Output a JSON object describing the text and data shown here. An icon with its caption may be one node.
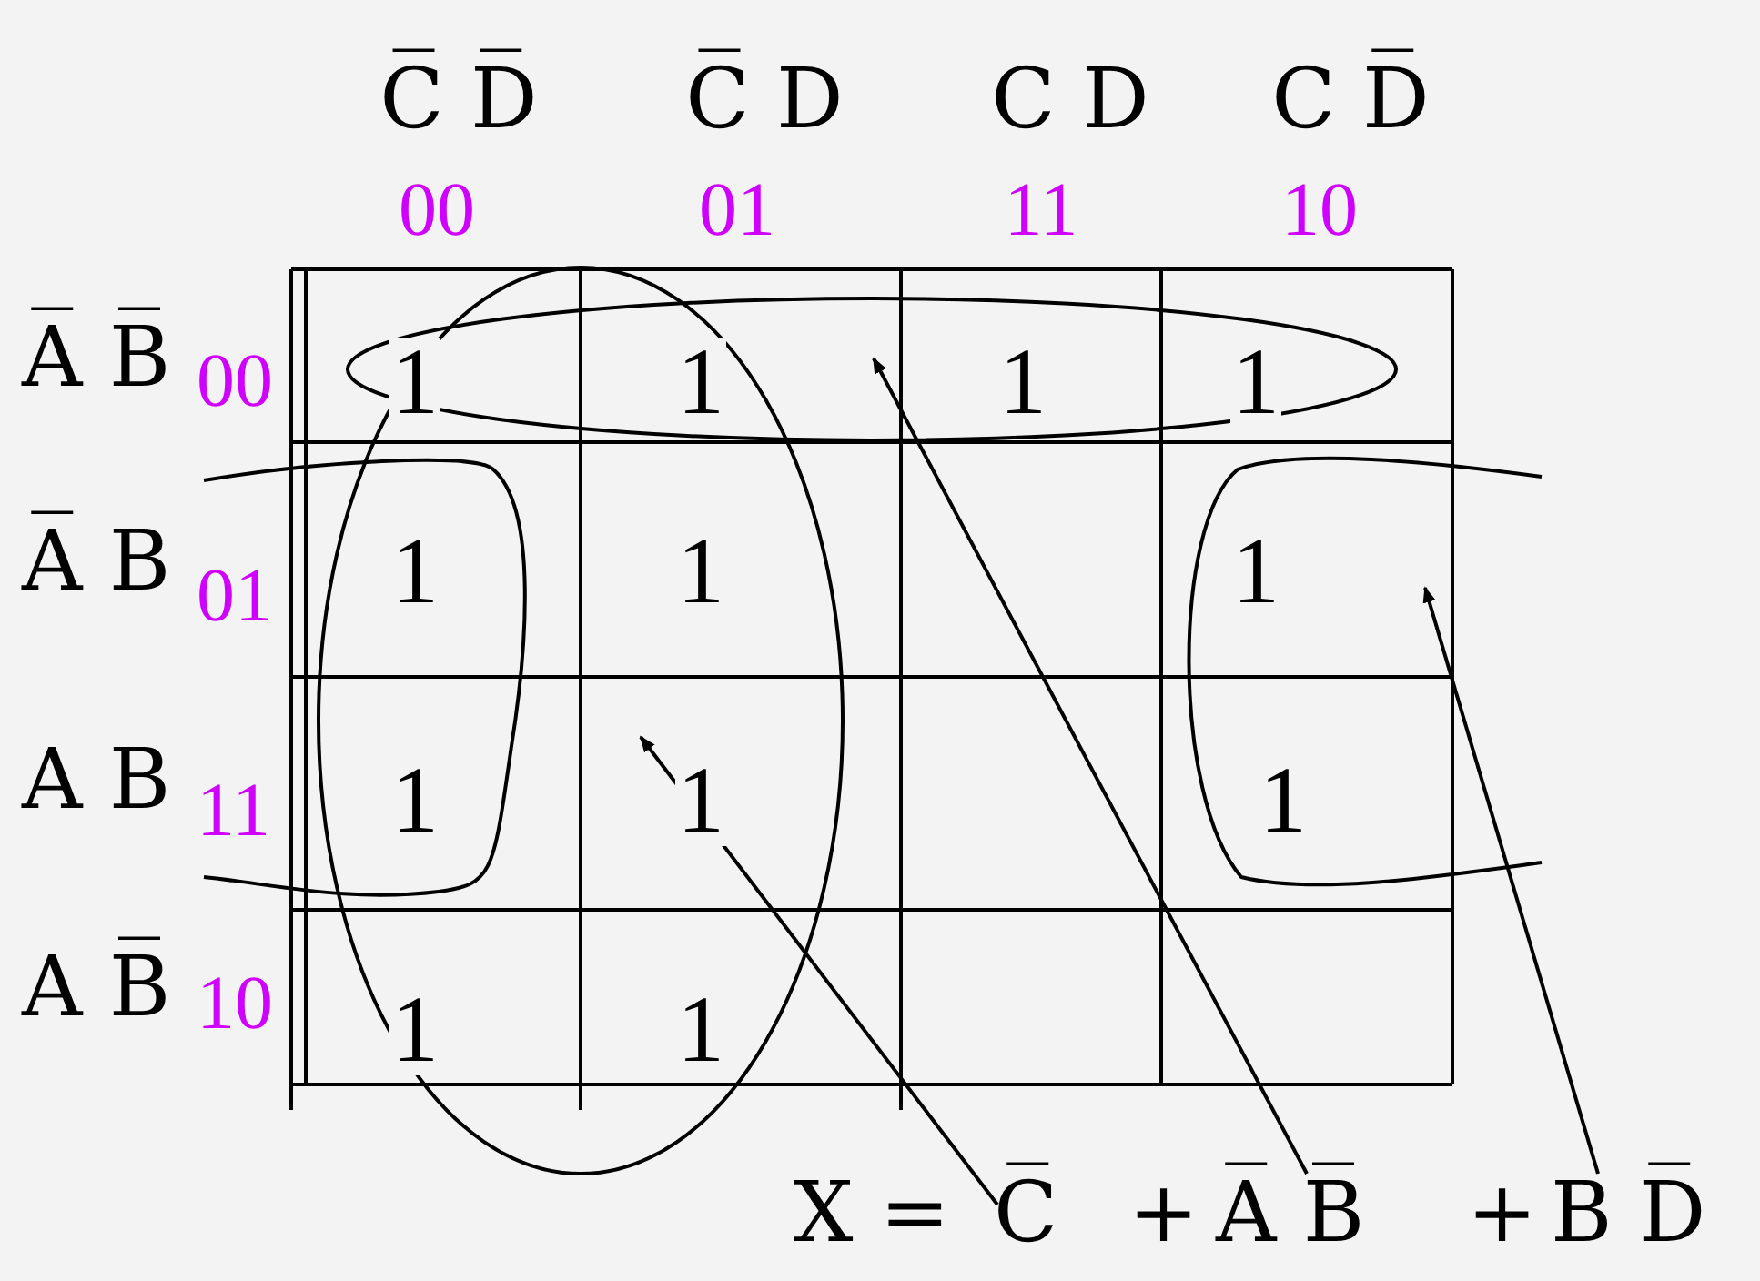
{
  "diagram": {
    "nodes": [
      {
        "text": [],
        "shape": "ellipse"
      },
      {
        "text": [],
        "shape": "ellipse"
      },
      {
        "text": [],
        "shape": "loop"
      },
      {
        "text": [],
        "shape": "loop"
      },
      {
        "text": [
          "C̅"
        ]
      },
      {
        "text": [
          "A̅ B̅"
        ]
      },
      {
        "text": [
          "B D̅"
        ]
      }
    ],
    "edges": [
      {
        "from": 4,
        "to": 0,
        "arrow": "to"
      },
      {
        "from": 5,
        "to": 1,
        "arrow": "to"
      },
      {
        "from": 6,
        "to": 3,
        "arrow": "to"
      }
    ],
    "labels": [
      "C̅ D̅",
      "C̅ D",
      "C D",
      "C D̅",
      "00",
      "01",
      "11",
      "10",
      "A̅ B̅",
      "00",
      "1",
      "1",
      "1",
      "1",
      "A̅ B",
      "01",
      "1",
      "1",
      "1",
      "A B",
      "11",
      "1",
      "1",
      "1",
      "A B̅",
      "10",
      "1",
      "1",
      "X =",
      "+",
      "+"
    ]
  }
}
